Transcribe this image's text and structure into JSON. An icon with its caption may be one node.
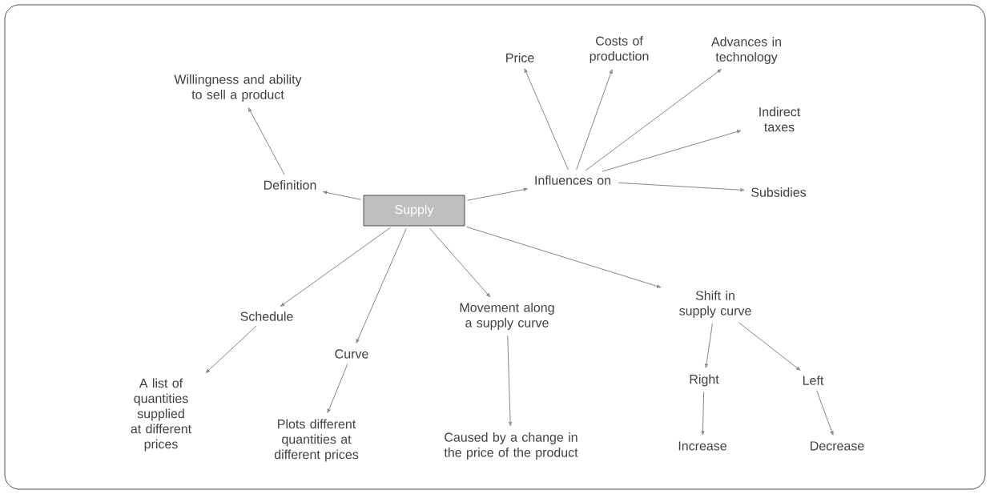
{
  "diagram": {
    "nodes": [
      {
        "text": [
          "Supply"
        ]
      },
      {
        "text": [
          "Definition"
        ]
      },
      {
        "text": [
          "Willingness and ability to sell a product"
        ]
      },
      {
        "text": [
          "Influences on"
        ]
      },
      {
        "text": [
          "Price"
        ]
      },
      {
        "text": [
          "Costs of production"
        ]
      },
      {
        "text": [
          "Advances in technology"
        ]
      },
      {
        "text": [
          "Indirect taxes"
        ]
      },
      {
        "text": [
          "Subsidies"
        ]
      },
      {
        "text": [
          "Schedule"
        ]
      },
      {
        "text": [
          "A list of quantities supplied at different prices"
        ]
      },
      {
        "text": [
          "Curve"
        ]
      },
      {
        "text": [
          "Plots different quantities at different prices"
        ]
      },
      {
        "text": [
          "Movement along a supply curve"
        ]
      },
      {
        "text": [
          "Caused by a change in the price of the product"
        ]
      },
      {
        "text": [
          "Shift in supply curve"
        ]
      },
      {
        "text": [
          "Right"
        ]
      },
      {
        "text": [
          "Left"
        ]
      },
      {
        "text": [
          "Increase"
        ]
      },
      {
        "text": [
          "Decrease"
        ]
      }
    ],
    "edges": [
      {
        "from": 0,
        "to": 1,
        "arrow": "to"
      },
      {
        "from": 1,
        "to": 2,
        "arrow": "to"
      },
      {
        "from": 0,
        "to": 3,
        "arrow": "to"
      },
      {
        "from": 3,
        "to": 4,
        "arrow": "to"
      },
      {
        "from": 3,
        "to": 5,
        "arrow": "to"
      },
      {
        "from": 3,
        "to": 6,
        "arrow": "to"
      },
      {
        "from": 3,
        "to": 7,
        "arrow": "to"
      },
      {
        "from": 3,
        "to": 8,
        "arrow": "to"
      },
      {
        "from": 0,
        "to": 9,
        "arrow": "to"
      },
      {
        "from": 9,
        "to": 10,
        "arrow": "to"
      },
      {
        "from": 0,
        "to": 11,
        "arrow": "to"
      },
      {
        "from": 11,
        "to": 12,
        "arrow": "to"
      },
      {
        "from": 0,
        "to": 13,
        "arrow": "to"
      },
      {
        "from": 13,
        "to": 14,
        "arrow": "to"
      },
      {
        "from": 0,
        "to": 15,
        "arrow": "to"
      },
      {
        "from": 15,
        "to": 16,
        "arrow": "to"
      },
      {
        "from": 15,
        "to": 17,
        "arrow": "to"
      },
      {
        "from": 16,
        "to": 18,
        "arrow": "to"
      },
      {
        "from": 17,
        "to": 19,
        "arrow": "to"
      }
    ]
  }
}
